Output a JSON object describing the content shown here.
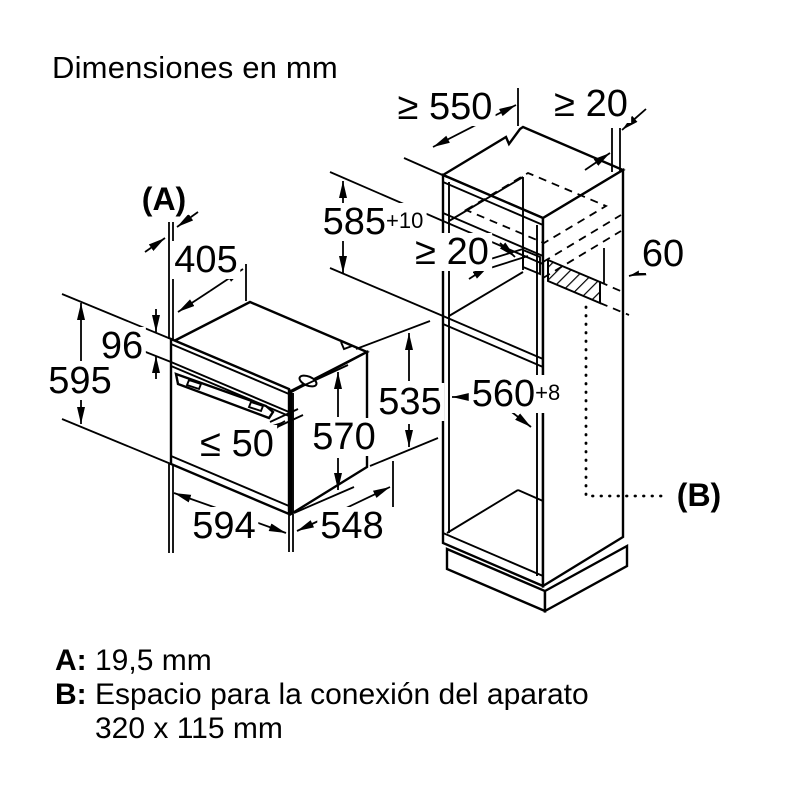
{
  "title": "Dimensiones en mm",
  "dims": {
    "a": "(A)",
    "d405": "405",
    "d96": "96",
    "d595": "595",
    "le50": "≤ 50",
    "d570": "570",
    "d535": "535",
    "d594": "594",
    "d548": "548",
    "ge550": "≥ 550",
    "ge20_top": "≥ 20",
    "d585": "585",
    "d585_tol": "+10",
    "ge20_mid": "≥ 20",
    "d60": "60",
    "d560": "560",
    "d560_tol": "+8",
    "b": "(B)"
  },
  "legend": {
    "a_key": "A:",
    "a_value": "19,5 mm",
    "b_key": "B:",
    "b_value": "Espacio para la conexión del aparato",
    "b_value_2": "320 x 115 mm"
  },
  "colors": {
    "line": "#000000",
    "background": "#ffffff"
  }
}
